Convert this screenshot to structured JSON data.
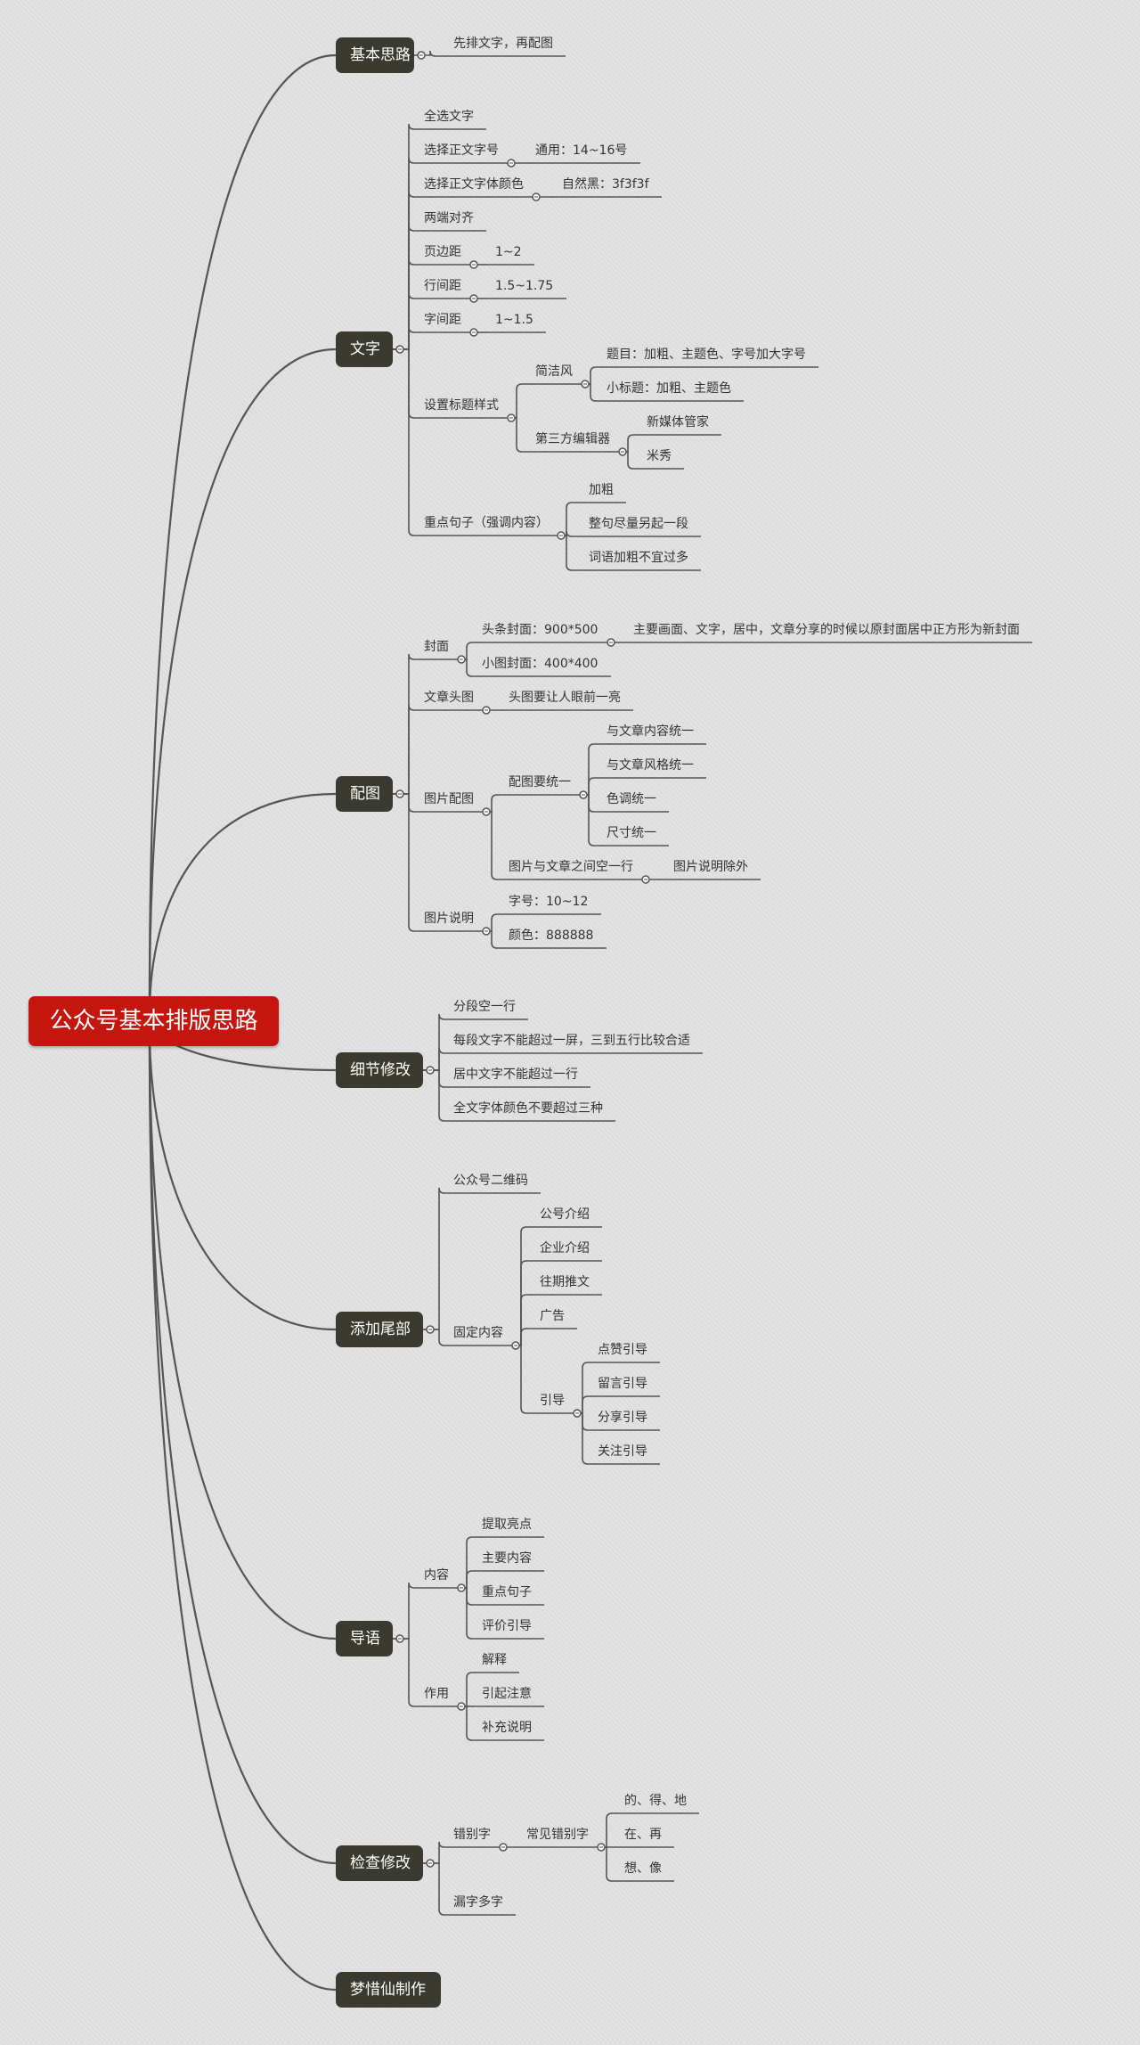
{
  "root": {
    "label": "公众号基本排版思路"
  },
  "branches": [
    {
      "label": "基本思路",
      "children": [
        {
          "label": "先排文字，再配图"
        }
      ]
    },
    {
      "label": "文字",
      "children": [
        {
          "label": "全选文字"
        },
        {
          "label": "选择正文字号",
          "children": [
            {
              "label": "通用：14~16号"
            }
          ]
        },
        {
          "label": "选择正文字体颜色",
          "children": [
            {
              "label": "自然黑：3f3f3f"
            }
          ]
        },
        {
          "label": "两端对齐"
        },
        {
          "label": "页边距",
          "children": [
            {
              "label": "1~2"
            }
          ]
        },
        {
          "label": "行间距",
          "children": [
            {
              "label": "1.5~1.75"
            }
          ]
        },
        {
          "label": "字间距",
          "children": [
            {
              "label": "1~1.5"
            }
          ]
        },
        {
          "label": "设置标题样式",
          "children": [
            {
              "label": "简洁风",
              "children": [
                {
                  "label": "题目：加粗、主题色、字号加大字号"
                },
                {
                  "label": "小标题：加粗、主题色"
                }
              ]
            },
            {
              "label": "第三方编辑器",
              "children": [
                {
                  "label": "新媒体管家"
                },
                {
                  "label": "米秀"
                }
              ]
            }
          ]
        },
        {
          "label": "重点句子（强调内容）",
          "children": [
            {
              "label": "加粗"
            },
            {
              "label": "整句尽量另起一段"
            },
            {
              "label": "词语加粗不宜过多"
            }
          ]
        }
      ]
    },
    {
      "label": "配图",
      "children": [
        {
          "label": "封面",
          "children": [
            {
              "label": "头条封面：900*500",
              "children": [
                {
                  "label": "主要画面、文字，居中，文章分享的时候以原封面居中正方形为新封面"
                }
              ]
            },
            {
              "label": "小图封面：400*400"
            }
          ]
        },
        {
          "label": "文章头图",
          "children": [
            {
              "label": "头图要让人眼前一亮"
            }
          ]
        },
        {
          "label": "图片配图",
          "children": [
            {
              "label": "配图要统一",
              "children": [
                {
                  "label": "与文章内容统一"
                },
                {
                  "label": "与文章风格统一"
                },
                {
                  "label": "色调统一"
                },
                {
                  "label": "尺寸统一"
                }
              ]
            },
            {
              "label": "图片与文章之间空一行",
              "children": [
                {
                  "label": "图片说明除外"
                }
              ]
            }
          ]
        },
        {
          "label": "图片说明",
          "children": [
            {
              "label": "字号：10~12"
            },
            {
              "label": "颜色：888888"
            }
          ]
        }
      ]
    },
    {
      "label": "细节修改",
      "children": [
        {
          "label": "分段空一行"
        },
        {
          "label": "每段文字不能超过一屏，三到五行比较合适"
        },
        {
          "label": "居中文字不能超过一行"
        },
        {
          "label": "全文字体颜色不要超过三种"
        }
      ]
    },
    {
      "label": "添加尾部",
      "children": [
        {
          "label": "公众号二维码"
        },
        {
          "label": "固定内容",
          "children": [
            {
              "label": "公号介绍"
            },
            {
              "label": "企业介绍"
            },
            {
              "label": "往期推文"
            },
            {
              "label": "广告"
            },
            {
              "label": "引导",
              "children": [
                {
                  "label": "点赞引导"
                },
                {
                  "label": "留言引导"
                },
                {
                  "label": "分享引导"
                },
                {
                  "label": "关注引导"
                }
              ]
            }
          ]
        }
      ]
    },
    {
      "label": "导语",
      "children": [
        {
          "label": "内容",
          "children": [
            {
              "label": "提取亮点"
            },
            {
              "label": "主要内容"
            },
            {
              "label": "重点句子"
            },
            {
              "label": "评价引导"
            }
          ]
        },
        {
          "label": "作用",
          "children": [
            {
              "label": "解释"
            },
            {
              "label": "引起注意"
            },
            {
              "label": "补充说明"
            }
          ]
        }
      ]
    },
    {
      "label": "检查修改",
      "children": [
        {
          "label": "错别字",
          "children": [
            {
              "label": "常见错别字",
              "children": [
                {
                  "label": "的、得、地"
                },
                {
                  "label": "在、再"
                },
                {
                  "label": "想、像"
                }
              ]
            }
          ]
        },
        {
          "label": "漏字多字"
        }
      ]
    },
    {
      "label": "梦惜仙制作"
    }
  ],
  "colors": {
    "root_bg": "#c5150f",
    "branch_bg": "#3a3a30",
    "line": "#555555"
  }
}
